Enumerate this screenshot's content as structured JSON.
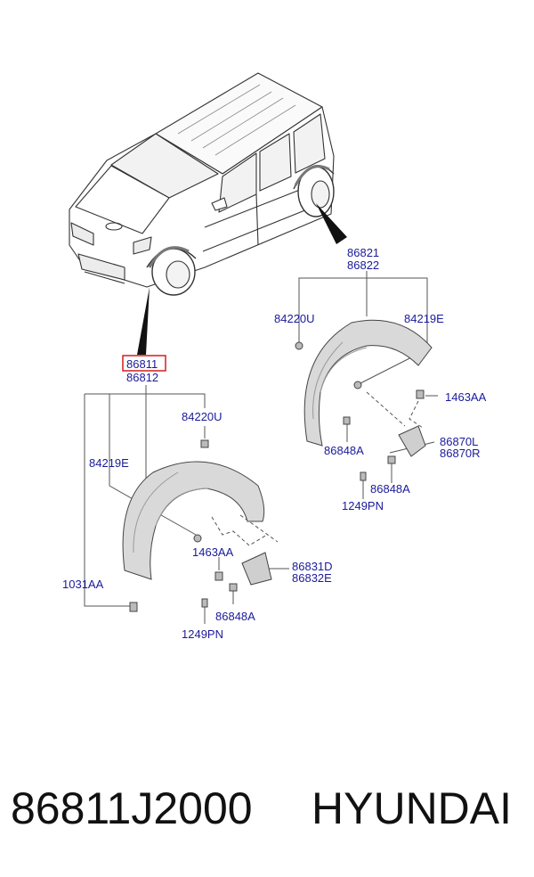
{
  "colors": {
    "label": "#1a1a9a",
    "highlight": "#d21e1e",
    "line": "#555555",
    "part_fill": "#d9d9d9"
  },
  "front_group": {
    "main_part": "86811",
    "alt_part": "86812",
    "labels": {
      "clip_top": "84220U",
      "screw_side": "84219E",
      "clip_lower": "1463AA",
      "bolt_bottom": "1031AA",
      "mudguard_a": "86831D",
      "mudguard_b": "86832E",
      "retainer": "86848A",
      "screw_small": "1249PN"
    }
  },
  "rear_group": {
    "main_part": "86821",
    "alt_part": "86822",
    "labels": {
      "clip_top": "84220U",
      "screw_side": "84219E",
      "clip_lower": "1463AA",
      "retainer_upper": "86848A",
      "mudguard_a": "86870L",
      "mudguard_b": "86870R",
      "retainer_lower": "86848A",
      "screw_small": "1249PN"
    }
  },
  "caption": {
    "part_number": "86811J2000",
    "brand": "HYUNDAI"
  }
}
